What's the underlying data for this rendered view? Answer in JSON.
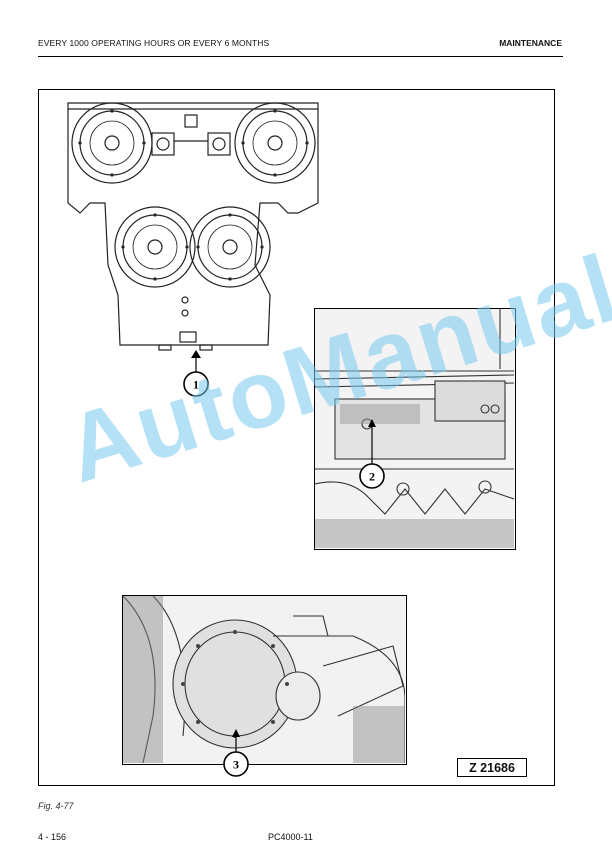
{
  "header": {
    "section_title": "EVERY 1000 OPERATING HOURS OR EVERY 6 MONTHS",
    "chapter": "MAINTENANCE"
  },
  "figure": {
    "callouts": [
      "1",
      "2",
      "3"
    ],
    "reference_code": "Z 21686",
    "caption": "Fig. 4-77"
  },
  "watermark": "AutoManual",
  "footer": {
    "page_number": "4 - 156",
    "model": "PC4000-11"
  }
}
